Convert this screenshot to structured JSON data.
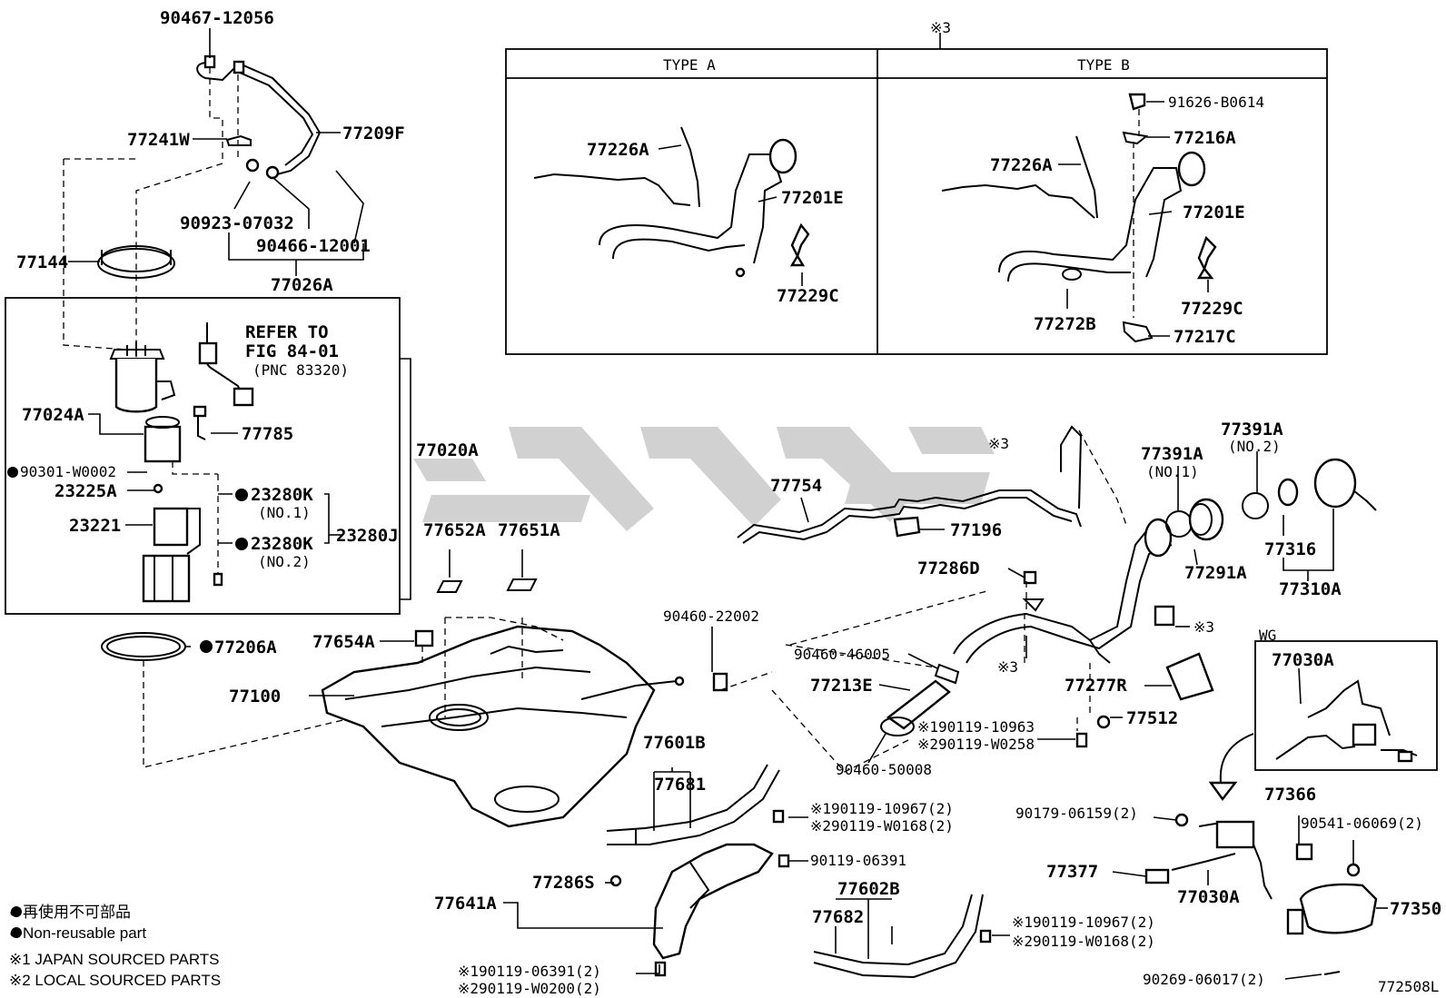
{
  "diagram": {
    "callout_type_box": "※3",
    "type_headers": [
      "TYPE A",
      "TYPE B"
    ],
    "refer_note": [
      "REFER TO",
      "FIG 84-01",
      "(PNC 83320)"
    ],
    "wg_label": "WG",
    "figure_number": "772508L",
    "legend": [
      "● 再使用不可部品",
      "● Non-reusable part",
      "※1 JAPAN SOURCED PARTS",
      "※2 LOCAL SOURCED PARTS"
    ],
    "part_labels": [
      "90467-12056",
      "77241W",
      "77209F",
      "90923-07032",
      "90466-12001",
      "77026A",
      "77144",
      "77024A",
      "77785",
      "77020A",
      "90301-W0002",
      "23225A",
      "23221",
      "23280K",
      "(NO.1)",
      "23280K",
      "(NO.2)",
      "23280J",
      "77206A",
      "77100",
      "77654A",
      "77652A",
      "77651A",
      "77226A",
      "77201E",
      "77229C",
      "91626-B0614",
      "77216A",
      "77226A",
      "77201E",
      "77229C",
      "77272B",
      "77217C",
      "77754",
      "※3",
      "77196",
      "77286D",
      "90460-22002",
      "90460-46005",
      "77213E",
      "※190119-10963",
      "※290119-W0258",
      "90460-50008",
      "※3",
      "※3",
      "77277R",
      "77512",
      "77391A",
      "(NO.1)",
      "77391A",
      "(NO.2)",
      "77291A",
      "77316",
      "77310A",
      "77030A",
      "77601B",
      "77681",
      "※190119-10967(2)",
      "※290119-W0168(2)",
      "90119-06391",
      "77641A",
      "77286S",
      "※190119-06391(2)",
      "※290119-W0200(2)",
      "77602B",
      "77682",
      "※190119-10967(2)",
      "※290119-W0168(2)",
      "90179-06159(2)",
      "77377",
      "77030A",
      "77366",
      "90541-06069(2)",
      "77350",
      "90269-06017(2)"
    ]
  }
}
